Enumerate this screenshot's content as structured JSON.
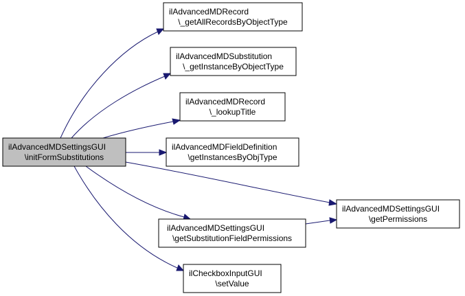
{
  "colors": {
    "edge": "#191970",
    "root_fill": "#bfbfbf",
    "node_fill": "#ffffff",
    "border": "#000000"
  },
  "nodes": [
    {
      "id": "root",
      "line1": "ilAdvancedMDSettingsGUI",
      "line2": "\\initFormSubstitutions"
    },
    {
      "id": "n1",
      "line1": "ilAdvancedMDRecord",
      "line2": "\\_getAllRecordsByObjectType"
    },
    {
      "id": "n2",
      "line1": "ilAdvancedMDSubstitution",
      "line2": "\\_getInstanceByObjectType"
    },
    {
      "id": "n3",
      "line1": "ilAdvancedMDRecord",
      "line2": "\\_lookupTitle"
    },
    {
      "id": "n4",
      "line1": "ilAdvancedMDFieldDefinition",
      "line2": "\\getInstancesByObjType"
    },
    {
      "id": "n5",
      "line1": "ilAdvancedMDSettingsGUI",
      "line2": "\\getPermissions"
    },
    {
      "id": "n6",
      "line1": "ilAdvancedMDSettingsGUI",
      "line2": "\\getSubstitutionFieldPermissions"
    },
    {
      "id": "n7",
      "line1": "ilCheckboxInputGUI",
      "line2": "\\setValue"
    }
  ],
  "edges": [
    {
      "from": "root",
      "to": "n1"
    },
    {
      "from": "root",
      "to": "n2"
    },
    {
      "from": "root",
      "to": "n3"
    },
    {
      "from": "root",
      "to": "n4"
    },
    {
      "from": "root",
      "to": "n5"
    },
    {
      "from": "root",
      "to": "n6"
    },
    {
      "from": "root",
      "to": "n7"
    },
    {
      "from": "n6",
      "to": "n5"
    }
  ]
}
